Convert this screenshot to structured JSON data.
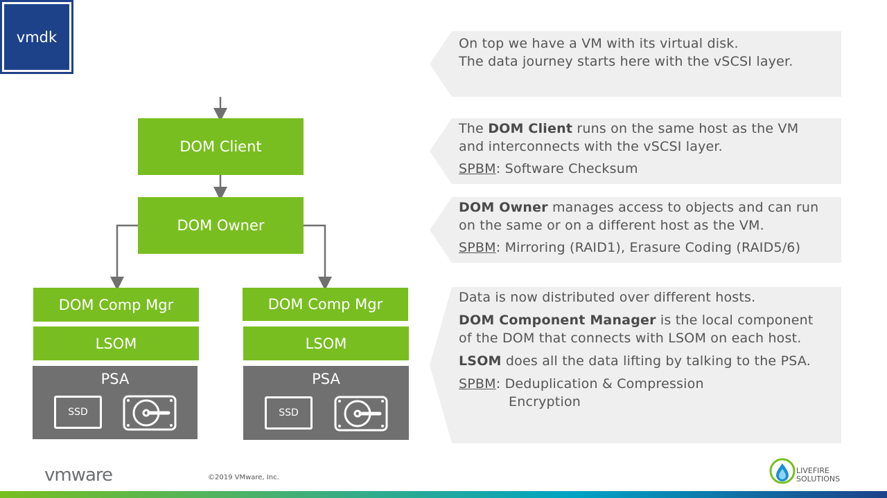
{
  "diagram": {
    "vmdk": "vmdk",
    "dom_client": "DOM Client",
    "dom_owner": "DOM Owner",
    "left": {
      "comp_mgr": "DOM Comp Mgr",
      "lsom": "LSOM",
      "psa": "PSA",
      "ssd": "SSD"
    },
    "right": {
      "comp_mgr": "DOM Comp Mgr",
      "lsom": "LSOM",
      "psa": "PSA",
      "ssd": "SSD"
    }
  },
  "panels": {
    "p1": {
      "line1": "On top we have a VM with its virtual disk.",
      "line2": "The data journey starts here with the vSCSI layer."
    },
    "p2": {
      "pre": "The ",
      "bold": "DOM Client",
      "post": " runs on the same host as the VM",
      "line2": "and interconnects  with the vSCSI layer.",
      "spbm": "SPBM",
      "spbm_text": ": Software Checksum"
    },
    "p3": {
      "bold": "DOM Owner",
      "post": " manages access to objects and can run",
      "line2": "on the same or on a different host as the VM.",
      "spbm": "SPBM",
      "spbm_text": ": Mirroring (RAID1), Erasure Coding (RAID5/6)"
    },
    "p4": {
      "line1": "Data is now distributed over different hosts.",
      "bold1": "DOM Component Manager",
      "post1": " is the local component",
      "line3": "of the DOM that connects with LSOM on each host.",
      "bold2": "LSOM",
      "post2": " does all the data lifting by talking to the PSA.",
      "spbm": "SPBM",
      "spbm_text": ": Deduplication  & Compression",
      "spbm_text2": "Encryption"
    }
  },
  "footer": {
    "logo": "vmware",
    "copyright": "©2019 VMware, Inc.",
    "livefire_line1": "LIVEFIRE",
    "livefire_line2": "SOLUTIONS"
  },
  "colors": {
    "green": "#78be20",
    "navy": "#1d428a",
    "gray": "#707070",
    "panel": "#efefef"
  }
}
